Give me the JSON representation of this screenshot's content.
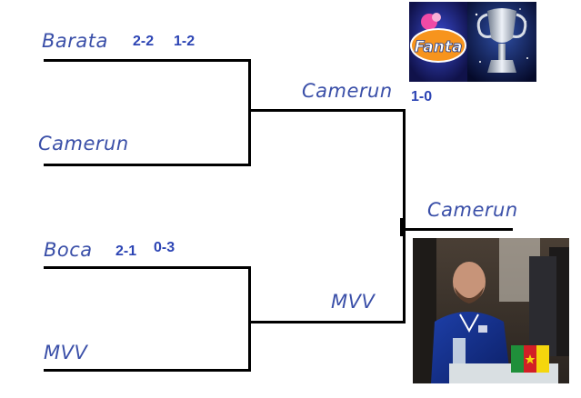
{
  "bracket": {
    "round1": [
      {
        "team": "Barata",
        "score1": "2-2",
        "score2": "1-2"
      },
      {
        "team": "Camerun"
      },
      {
        "team": "Boca",
        "score1": "2-1",
        "score2": "0-3"
      },
      {
        "team": "MVV"
      }
    ],
    "semifinal": [
      {
        "team": "Camerun",
        "score": "1-0"
      },
      {
        "team": "MVV"
      }
    ],
    "winner": {
      "team": "Camerun"
    }
  },
  "logos": {
    "sponsor": "Fanta",
    "trophy": "trophy-icon"
  },
  "colors": {
    "team_text": "#3a4fa8",
    "score_text": "#2c44b4",
    "fanta_orange": "#f7941d",
    "cup_background": "#0b1a4a",
    "flag_green": "#1f8f3a",
    "flag_red": "#d21f26",
    "flag_yellow": "#f4d60d"
  }
}
